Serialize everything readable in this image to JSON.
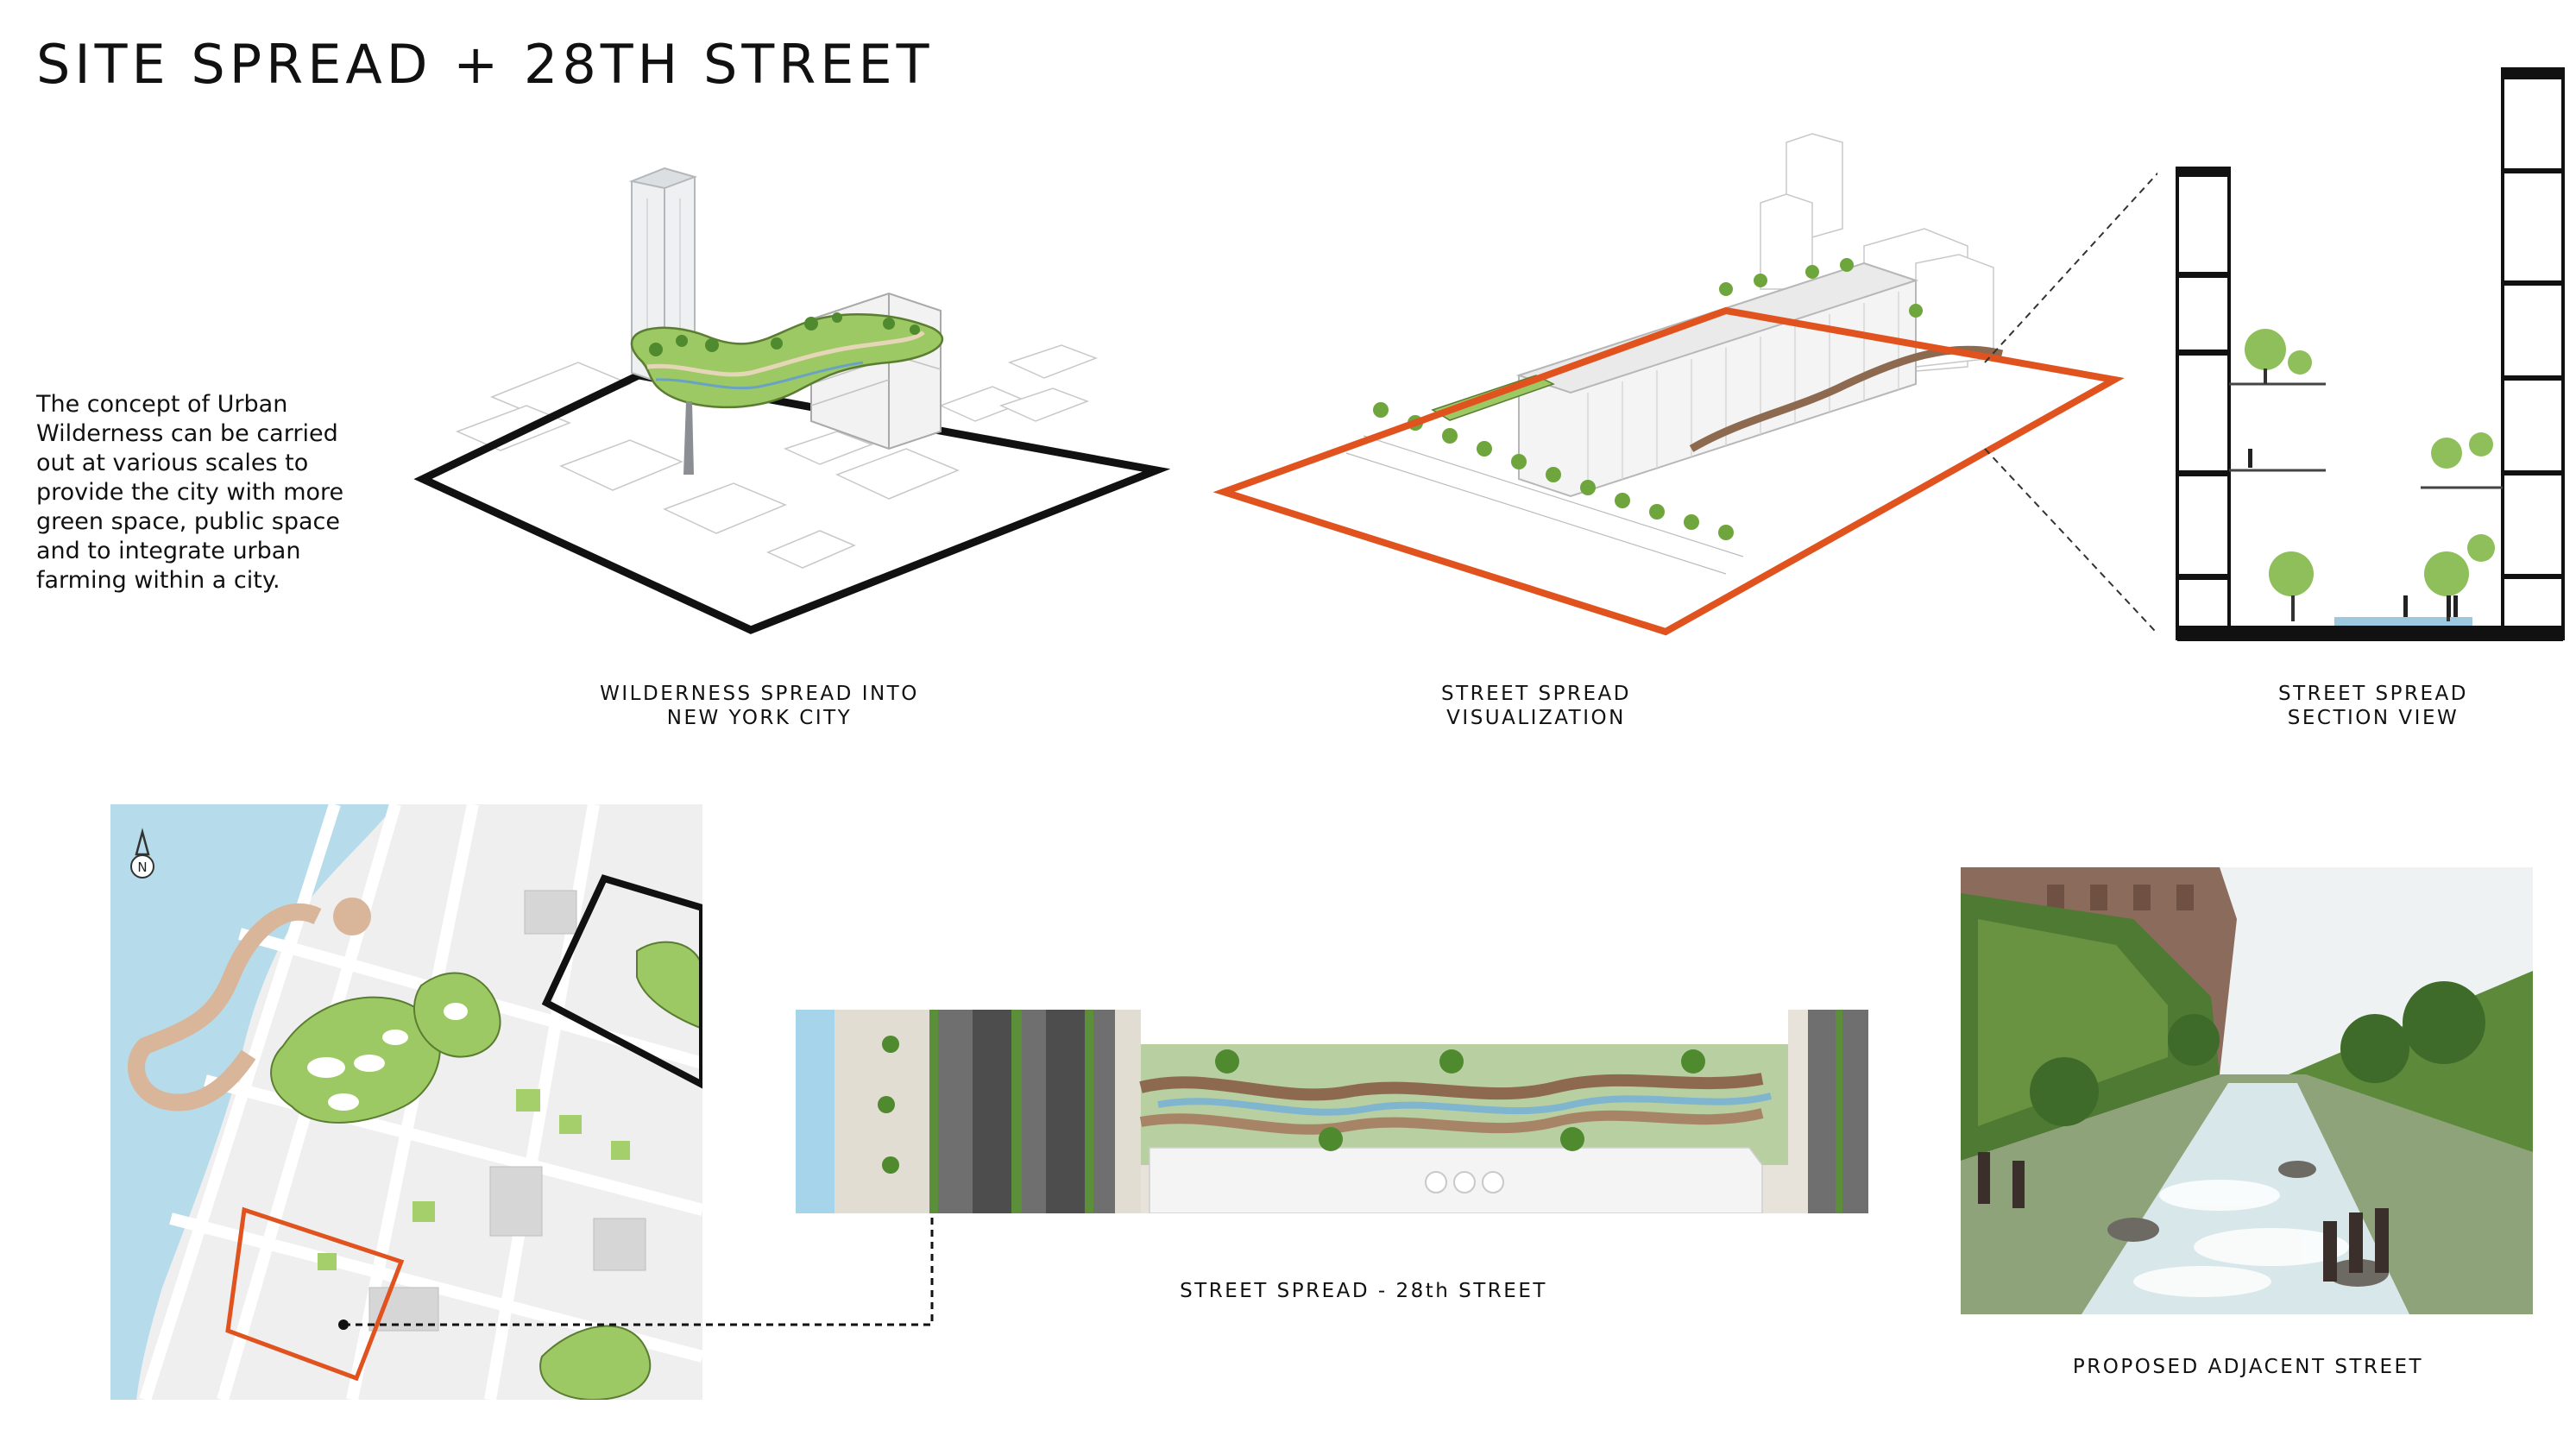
{
  "title": "SITE SPREAD + 28TH STREET",
  "description": "The concept of Urban Wilderness can be carried out at various scales to provide the city with more green space, public space and to integrate urban farming within a city.",
  "captions": {
    "wilderness": {
      "line1": "WILDERNESS SPREAD INTO",
      "line2": "NEW YORK CITY"
    },
    "visualization": {
      "line1": "STREET SPREAD",
      "line2": "VISUALIZATION"
    },
    "section": {
      "line1": "STREET SPREAD",
      "line2": "SECTION VIEW"
    },
    "plan": "STREET SPREAD - 28th STREET",
    "adjacent": "PROPOSED ADJACENT STREET"
  },
  "map": {
    "north_label": "N"
  },
  "colors": {
    "accent_orange": "#e0531f",
    "green": "#7fb043",
    "water": "#b6dcec",
    "outline": "#111111"
  }
}
